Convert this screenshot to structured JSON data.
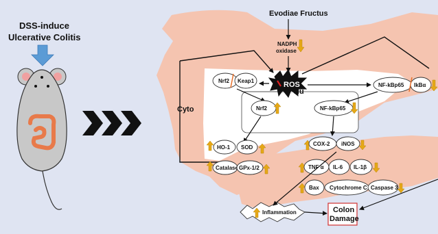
{
  "model_title": [
    "DSS-induce",
    "Ulcerative Colitis"
  ],
  "evodiae": "Evodiae Fructus",
  "nadph": [
    "NADPH",
    "oxidase"
  ],
  "ros": "ROS",
  "cyto": "Cyto",
  "nu": "Nu",
  "nrf2": "Nrf2",
  "keap1": "Keap1",
  "nfkb": "NF-kBp65",
  "ikba": "IkBα",
  "ho1": "HO-1",
  "sod": "SOD",
  "catalase": "Catalase",
  "gpx": "GPx-1/2",
  "cox2": "COX-2",
  "inos": "iNOS",
  "tnfa": "TNF α",
  "il6": "IL-6",
  "il1b": "IL-1β",
  "bax": "Bax",
  "cytc": "Cytochrome C",
  "caspase3": "Caspase 3",
  "inflammation": "Inflammation",
  "colon_damage": [
    "Colon",
    "Damage"
  ],
  "colors": {
    "cell": "#f5c4b0",
    "background": "#dfe4f2",
    "up_arrow": "#e6a817",
    "down_arrow": "#e6a817",
    "blue_arrow": "#5b9bd5",
    "ros_red": "#e02020"
  }
}
